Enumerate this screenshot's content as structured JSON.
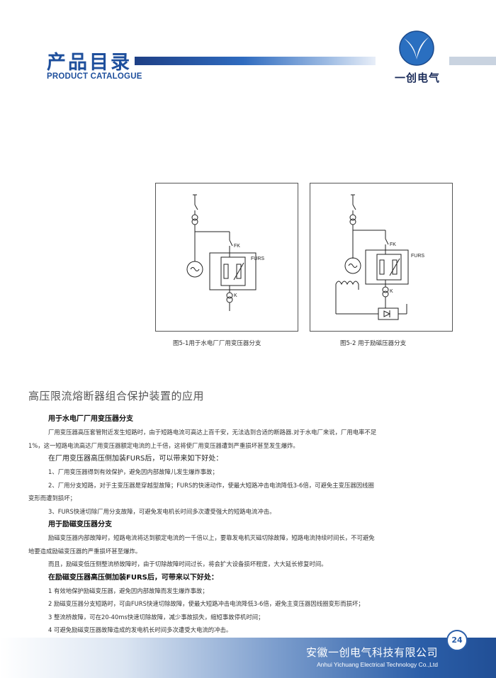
{
  "header": {
    "title_cn": "产品目录",
    "title_en": "PRODUCT CATALOGUE",
    "logo_text": "一创电气",
    "brand_color": "#1e4f9c"
  },
  "figures": [
    {
      "caption": "图5-1用于水电厂厂用变压器分支",
      "labels": {
        "fk": "FK",
        "furs": "FURS",
        "k": "K"
      }
    },
    {
      "caption": "图5-2  用于励磁压器分支",
      "labels": {
        "fk": "FK",
        "furs": "FURS",
        "k": "K"
      }
    }
  ],
  "section": {
    "title": "高压限流熔断器组合保护装置的应用",
    "sub1_title": "用于水电厂厂用变压器分支",
    "sub1_p1a": "厂用变压器高压套管附近发生短路时，由于短路电流可高达上百千安，无法选到合适的断路器.对于水电厂来说，厂用电率不足",
    "sub1_p1b": "1%，这一短路电流高达厂用变压器额定电流的上千倍，这将使厂用变压器遭到严重损坏甚至发生爆炸。",
    "sub1_lead": "在厂用变压器高压侧加装FURS后，可以带来如下好处：",
    "sub1_item1": "1、厂用变压器得到有效保护，避免因内部故障儿发生爆炸事故；",
    "sub1_item2a": "2、厂用分支短路，对于主变压器是穿越型故障；FURS的快速动作，使最大短路冲击电流降低3-6倍，可避免主变压器因线圈",
    "sub1_item2b": "变形而遭到损坏；",
    "sub1_item3": "3、FURS快速切除厂用分支故障，可避免发电机长时间多次遭受强大的短路电流冲击。",
    "sub2_title": "用于励磁变压器分支",
    "sub2_p1a": "励磁变压器内部故障时，短路电流将达到额定电流的一千倍以上，要靠发电机灭磁切除故障，短路电流持续时间长，不可避免",
    "sub2_p1b": "地要造成励磁变压器的严重损坏甚至爆炸。",
    "sub2_p2": "而且，励磁变低压侧整流桥故障时，由于切除故障时间过长，将会扩大设备损坏程度，大大延长修复时间。",
    "sub2_lead": "在励磁变压器高压侧加装FURS后，可带来以下好处：",
    "sub2_item1": "1 有效地保护励磁变压器，避免因内部故障而发生爆炸事故；",
    "sub2_item2": "2 励磁变压器分支短路时，可由FURS快速切除故障，使最大短路冲击电流降低3-6倍，避免主变压器因线圈变形而损坏；",
    "sub2_item3": "3 整流桥故障，可在20-40ms快速切除故障，减少事故损失，缩短事故停机时间；",
    "sub2_item4": "4 可避免励磁变压器故障造成的发电机长时间多次遭受大电流的冲击。"
  },
  "footer": {
    "company_cn": "安徽一创电气科技有限公司",
    "company_en": "Anhui Yichuang Electrical Technology Co.,Ltd",
    "page_number": "24"
  }
}
